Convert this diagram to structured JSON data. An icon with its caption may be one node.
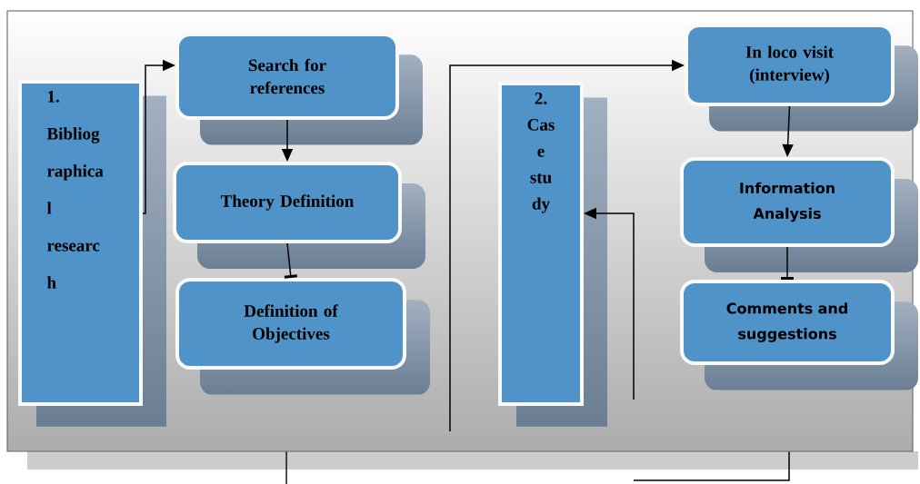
{
  "diagram": {
    "nodes": [
      {
        "text": [],
        "shape": "box"
      },
      {
        "text": [
          "1. Bibliog raphica l researc h"
        ],
        "in": 0
      },
      {
        "text": [
          "Search for references"
        ],
        "in": 0
      },
      {
        "text": [
          "Theory Definition"
        ],
        "in": 0
      },
      {
        "text": [
          "Definition of Objectives"
        ],
        "in": 0
      },
      {
        "text": [
          "2. Cas e stu dy"
        ],
        "in": 0
      },
      {
        "text": [
          "In loco visit (interview)"
        ],
        "in": 0
      },
      {
        "text": [
          "Information Analysis"
        ],
        "in": 0
      },
      {
        "text": [
          "Comments and suggestions"
        ],
        "in": 0
      }
    ],
    "edges": [
      {
        "from": 1,
        "to": 2,
        "arrow": "to"
      },
      {
        "from": 2,
        "to": 3,
        "arrow": "to"
      },
      {
        "from": 3,
        "to": 4,
        "arrow": "other"
      },
      {
        "from": null,
        "to": 6,
        "arrow": "to"
      },
      {
        "from": null,
        "to": 5,
        "arrow": "to"
      },
      {
        "from": 0,
        "to": null,
        "arrow": "none"
      },
      {
        "from": 0,
        "to": null,
        "arrow": "none"
      },
      {
        "from": 6,
        "to": 7,
        "arrow": "to"
      },
      {
        "from": 7,
        "to": 8,
        "arrow": "other"
      }
    ]
  }
}
